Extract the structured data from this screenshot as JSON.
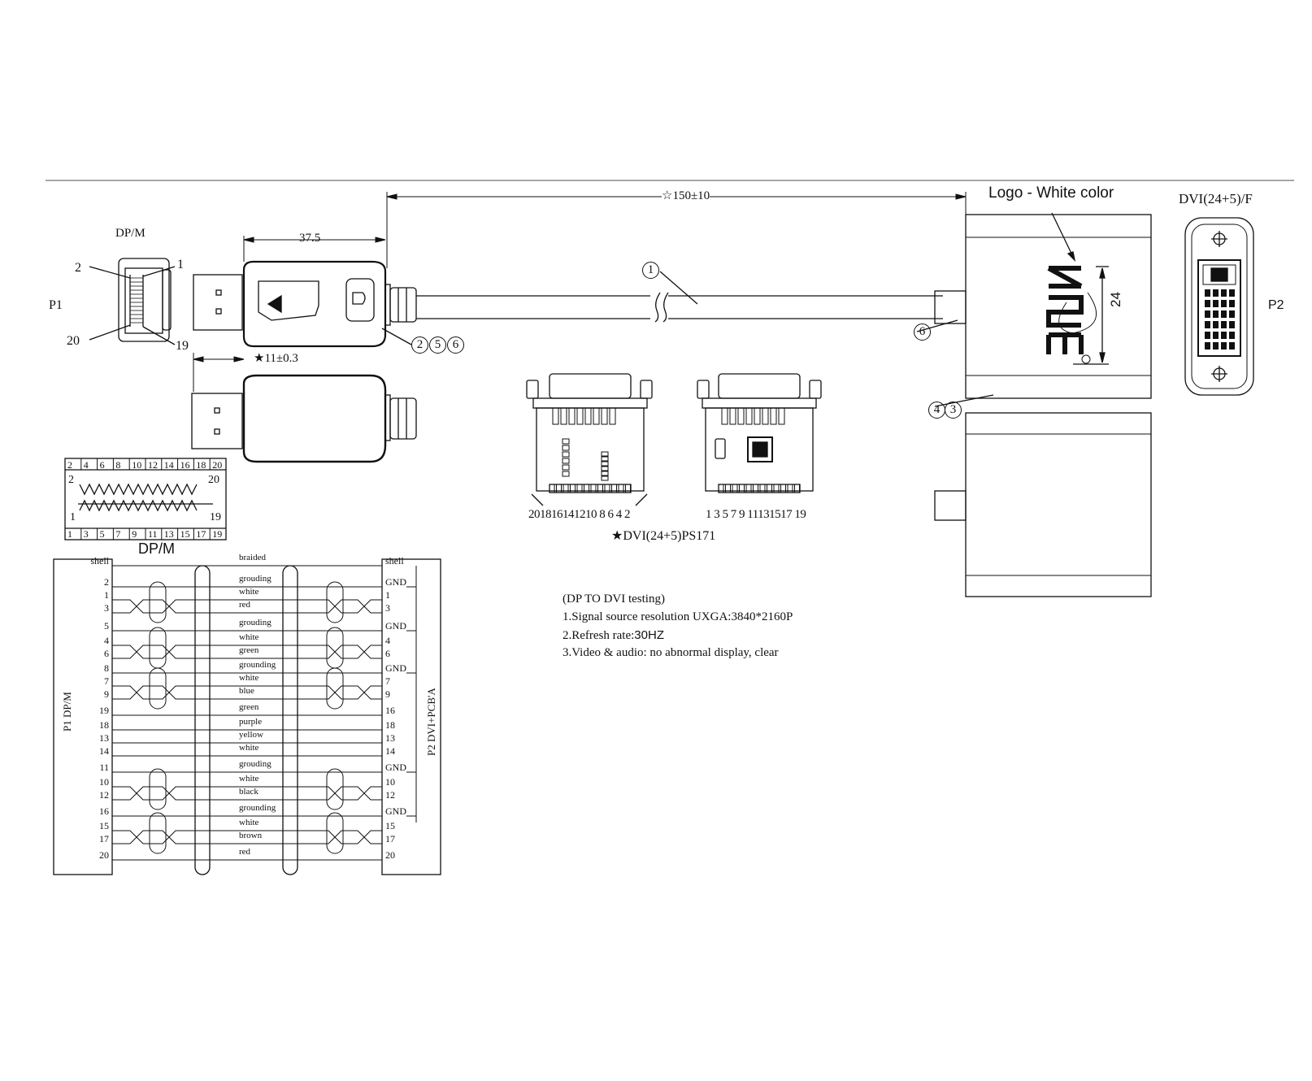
{
  "top": {
    "dp_connector_label": "DP/M",
    "p1_label": "P1",
    "p2_label": "P2",
    "dvi_connector_label": "DVI(24+5)/F",
    "logo_note": "Logo - White color",
    "length_dim": "☆150±10",
    "plug_length_dim": "37.5",
    "plug_tip_dim": "★11±0.3",
    "height_dim": "24",
    "pin_2": "2",
    "pin_1": "1",
    "pin_20": "20",
    "pin_19": "19",
    "callout_1": "1",
    "callout_2": "2",
    "callout_5": "5",
    "callout_6a": "6",
    "callout_6b": "6",
    "callout_4": "4",
    "callout_3": "3"
  },
  "pcb": {
    "left_pins": "201816141210 8 6 4 2",
    "right_pins": "1 3 5 7 9 11131517 19",
    "caption": "★DVI(24+5)PS171"
  },
  "pinout": {
    "top_numbers": [
      "2",
      "4",
      "6",
      "8",
      "10",
      "12",
      "14",
      "16",
      "18",
      "20"
    ],
    "bottom_numbers": [
      "1",
      "3",
      "5",
      "7",
      "9",
      "11",
      "13",
      "15",
      "17",
      "19"
    ],
    "left_top": "2",
    "right_top": "20",
    "left_bottom": "1",
    "right_bottom": "19",
    "caption": "DP/M"
  },
  "wiring": {
    "p1_title": "P1 DP/M",
    "p2_title": "P2 DVI+PCB'A",
    "rows": [
      {
        "left": "shell",
        "wire": "braided",
        "right": "shell"
      },
      {
        "left": "2",
        "wire": "grouding",
        "right": "GND"
      },
      {
        "left": "1",
        "wire": "white",
        "right": "1"
      },
      {
        "left": "3",
        "wire": "red",
        "right": "3"
      },
      {
        "left": "5",
        "wire": "grouding",
        "right": "GND"
      },
      {
        "left": "4",
        "wire": "white",
        "right": "4"
      },
      {
        "left": "6",
        "wire": "green",
        "right": "6"
      },
      {
        "left": "8",
        "wire": "grounding",
        "right": "GND"
      },
      {
        "left": "7",
        "wire": "white",
        "right": "7"
      },
      {
        "left": "9",
        "wire": "blue",
        "right": "9"
      },
      {
        "left": "19",
        "wire": "green",
        "right": "16"
      },
      {
        "left": "18",
        "wire": "purple",
        "right": "18"
      },
      {
        "left": "13",
        "wire": "yellow",
        "right": "13"
      },
      {
        "left": "14",
        "wire": "white",
        "right": "14"
      },
      {
        "left": "11",
        "wire": "grouding",
        "right": "GND"
      },
      {
        "left": "10",
        "wire": "white",
        "right": "10"
      },
      {
        "left": "12",
        "wire": "black",
        "right": "12"
      },
      {
        "left": "16",
        "wire": "grounding",
        "right": "GND"
      },
      {
        "left": "15",
        "wire": "white",
        "right": "15"
      },
      {
        "left": "17",
        "wire": "brown",
        "right": "17"
      },
      {
        "left": "20",
        "wire": "red",
        "right": "20"
      }
    ]
  },
  "notes": {
    "heading": "(DP TO DVI testing)",
    "line1": "1.Signal source resolution UXGA:3840*2160P",
    "line2_prefix": "2.Refresh rate:",
    "line2_value": "30HZ",
    "line3": "3.Video & audio:  no abnormal display, clear"
  }
}
